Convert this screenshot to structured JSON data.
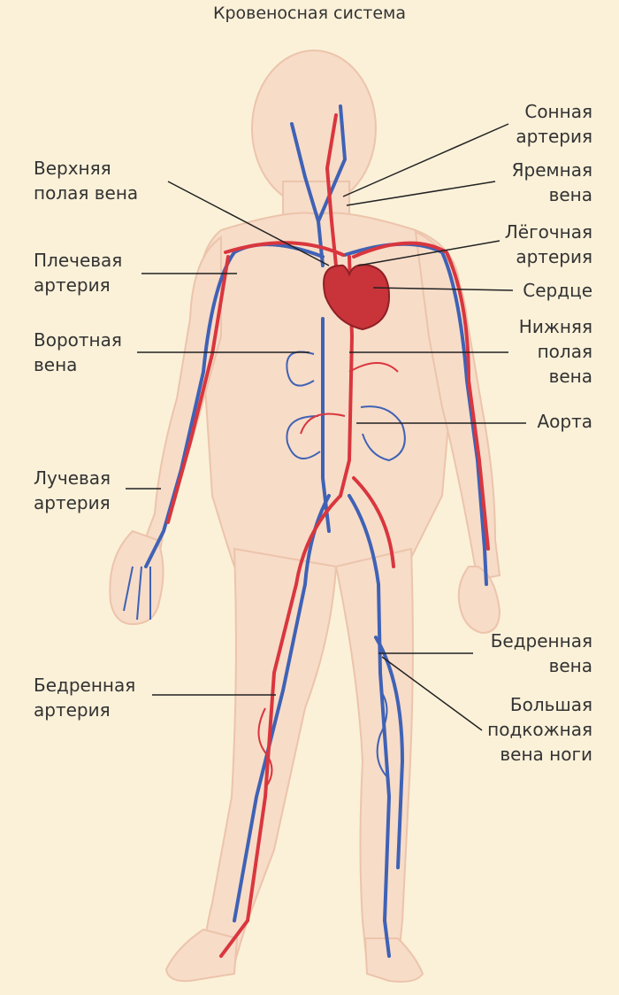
{
  "title": "Кровеносная система",
  "labels": {
    "carotid": [
      "Сонная",
      "артерия"
    ],
    "jugular": [
      "Яремная",
      "вена"
    ],
    "pulmonary": [
      "Лёгочная",
      "артерия"
    ],
    "heart": [
      "Сердце"
    ],
    "inferior_vena_cava": [
      "Нижняя",
      "полая",
      "вена"
    ],
    "aorta": [
      "Аорта"
    ],
    "femoral_vein": [
      "Бедренная",
      "вена"
    ],
    "great_saphenous": [
      "Большая",
      "подкожная",
      "вена ноги"
    ],
    "superior_vena_cava": [
      "Верхняя",
      "полая вена"
    ],
    "brachial": [
      "Плечевая",
      "артерия"
    ],
    "portal": [
      "Воротная",
      "вена"
    ],
    "radial": [
      "Лучевая",
      "артерия"
    ],
    "femoral_artery": [
      "Бедренная",
      "артерия"
    ]
  },
  "colors": {
    "background": "#fbf1d9",
    "body": "#f7d9c3",
    "artery": "#d9363e",
    "vein": "#3f62b5",
    "heart": "#c8343a",
    "leader": "#222222"
  }
}
